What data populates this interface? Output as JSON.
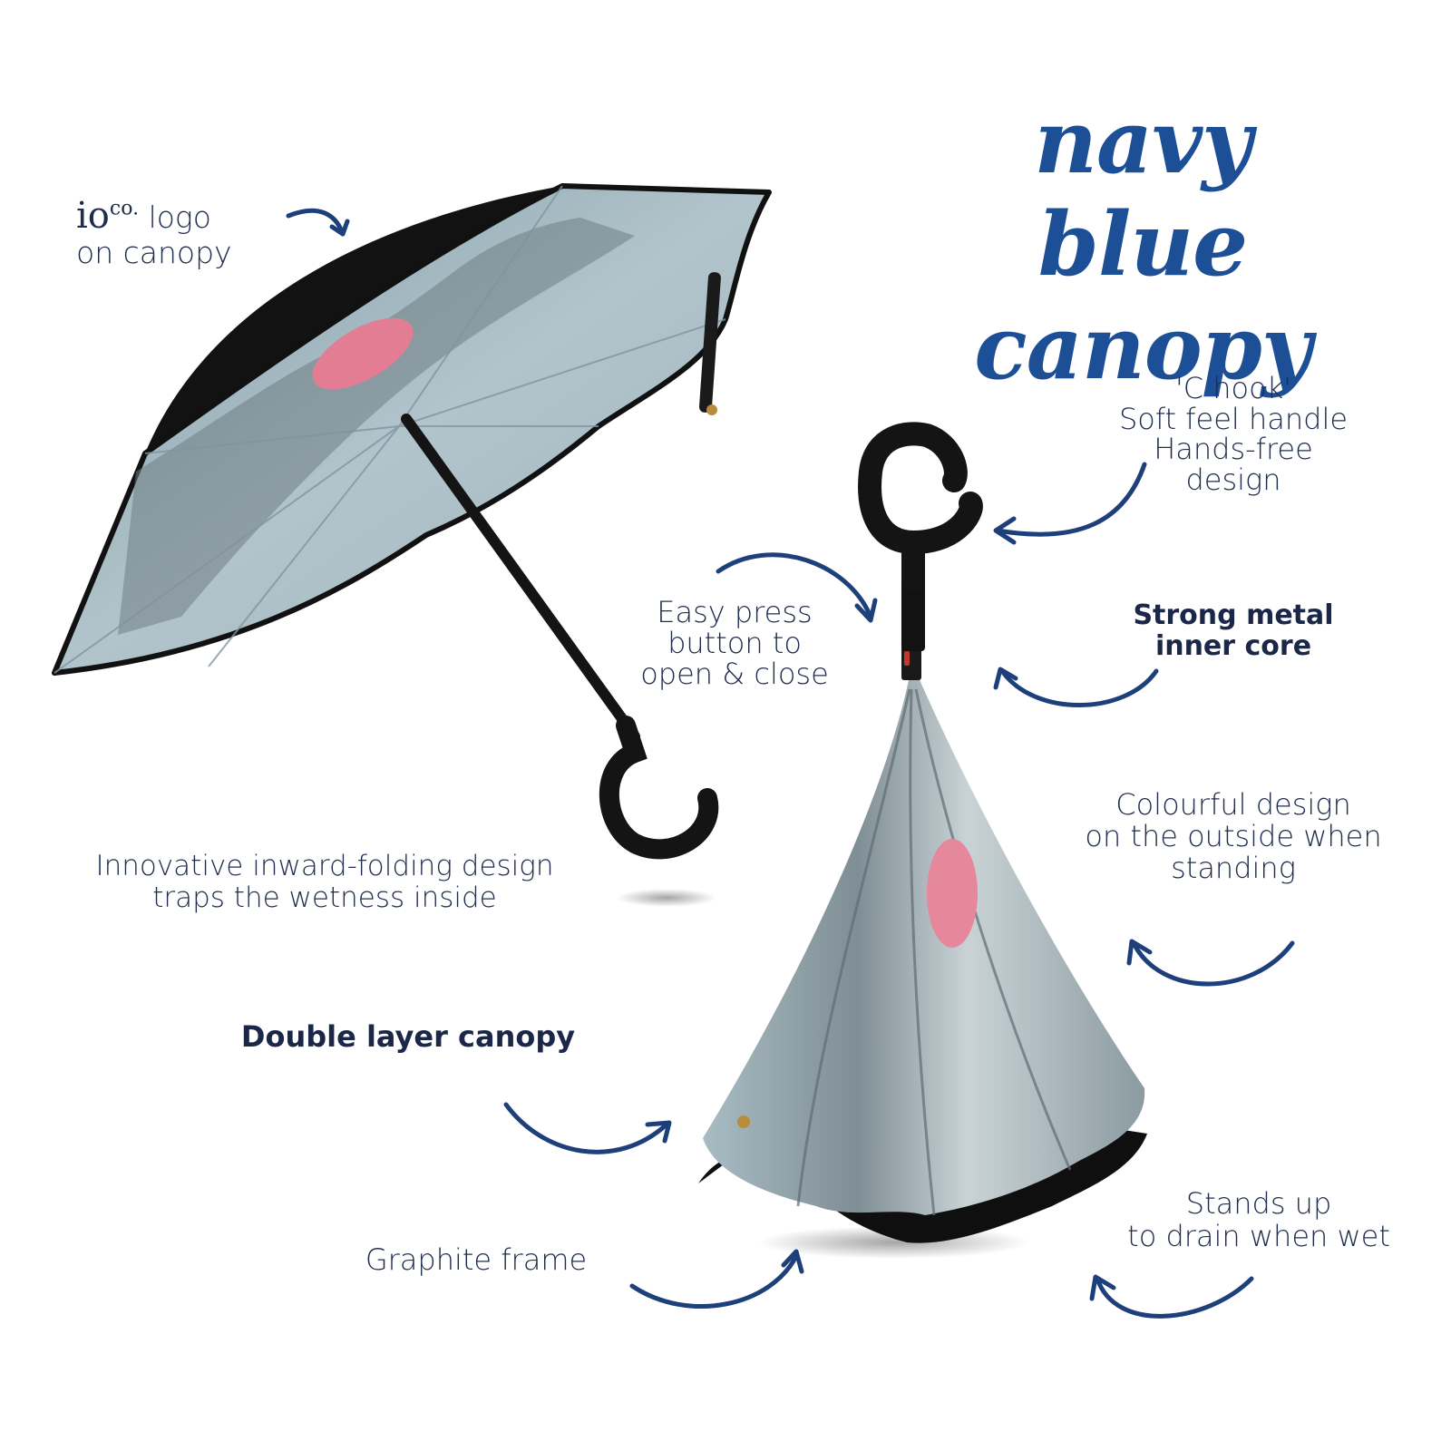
{
  "headline": {
    "line1": "navy blue",
    "line2": "canopy"
  },
  "logo_callout": {
    "brand_i": "i",
    "brand_o": "o",
    "brand_co": "co.",
    "text1": "logo",
    "text2": "on canopy"
  },
  "callouts": {
    "c_hook": [
      "'C hook'",
      "Soft feel handle",
      "Hands-free",
      "design"
    ],
    "easy_press": [
      "Easy press",
      "button to",
      "open & close"
    ],
    "strong_core": [
      "Strong metal",
      "inner core"
    ],
    "colourful": [
      "Colourful design",
      "on the outside when",
      "standing"
    ],
    "inward_folding": [
      "Innovative inward-folding design",
      "traps the wetness inside"
    ],
    "double_layer": "Double layer canopy",
    "graphite": "Graphite frame",
    "stands_up": [
      "Stands up",
      "to drain when wet"
    ]
  },
  "colors": {
    "accent": "#1d4f97",
    "text": "#1e2d4d",
    "canopy_print": "#a9bcc4",
    "canopy_outer": "#111111",
    "tongue": "#e27d93"
  }
}
